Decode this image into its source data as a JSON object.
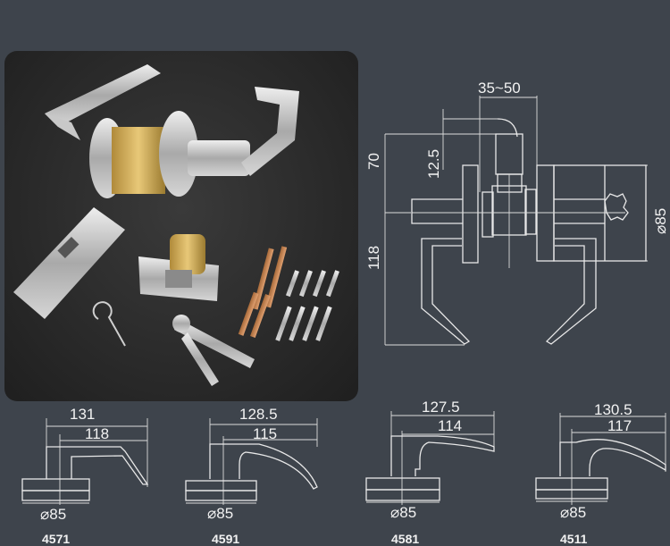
{
  "main_drawing": {
    "backset": "35~50",
    "height_top": "70",
    "latch_offset": "12.5",
    "lever_length": "118",
    "rose_diameter": "⌀85"
  },
  "models": [
    {
      "id": "4571",
      "overall": "131",
      "lever": "118",
      "rose": "⌀85"
    },
    {
      "id": "4591",
      "overall": "128.5",
      "lever": "115",
      "rose": "⌀85"
    },
    {
      "id": "4581",
      "overall": "127.5",
      "lever": "114",
      "rose": "⌀85"
    },
    {
      "id": "4511",
      "overall": "130.5",
      "lever": "117",
      "rose": "⌀85"
    }
  ]
}
